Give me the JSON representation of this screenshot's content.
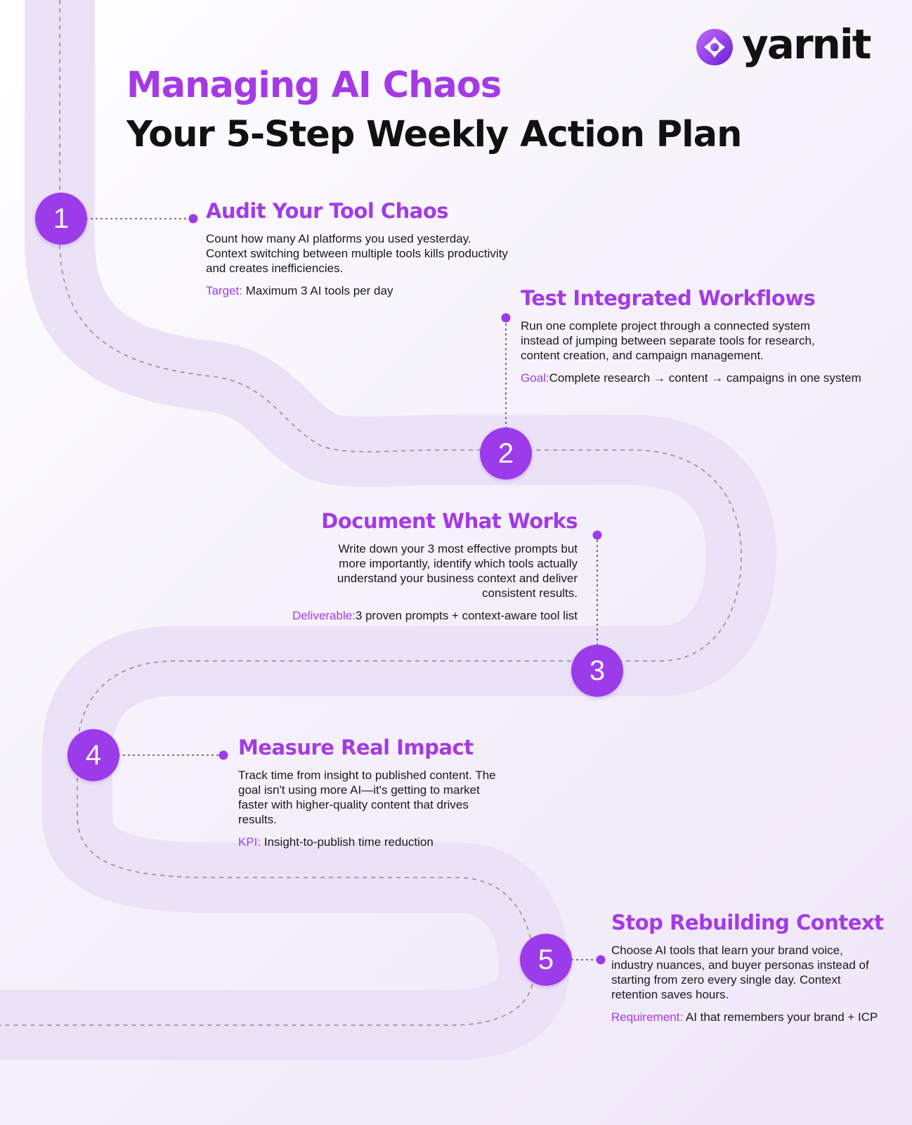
{
  "brand": {
    "name": "yarnit",
    "icon": "yarnit-logo-icon"
  },
  "title": {
    "line1": "Managing AI Chaos",
    "line2": "Your 5-Step Weekly Action Plan"
  },
  "colors": {
    "accent": "#a43ae6",
    "badge": "#9c3bea",
    "road": "#ece2f7",
    "text": "#1a1a1a"
  },
  "steps": [
    {
      "number": "1",
      "heading": "Audit Your Tool Chaos",
      "body": "Count how many AI platforms you used yesterday. Context switching between multiple tools kills productivity and creates inefficiencies.",
      "label": "Target:",
      "value": "Maximum 3 AI tools per day"
    },
    {
      "number": "2",
      "heading": "Test Integrated Workflows",
      "body": "Run one complete project through a connected system instead of jumping between separate tools for research, content creation, and campaign management.",
      "label": "Goal:",
      "value": "Complete research → content → campaigns in one system"
    },
    {
      "number": "3",
      "heading": "Document What Works",
      "body": "Write down your 3 most effective prompts but more importantly, identify which tools actually understand your business context and deliver consistent results.",
      "label": "Deliverable:",
      "value": "3 proven prompts + context-aware tool list"
    },
    {
      "number": "4",
      "heading": "Measure Real Impact",
      "body": "Track time from insight to published content. The goal isn't using more AI—it's getting to market faster with higher-quality content that drives results.",
      "label": "KPI:",
      "value": "Insight-to-publish time reduction"
    },
    {
      "number": "5",
      "heading": "Stop Rebuilding Context",
      "body": "Choose AI tools that learn your brand voice, industry nuances, and buyer personas instead of starting from zero every single day. Context retention saves hours.",
      "label": "Requirement:",
      "value": "AI that remembers your brand + ICP"
    }
  ]
}
